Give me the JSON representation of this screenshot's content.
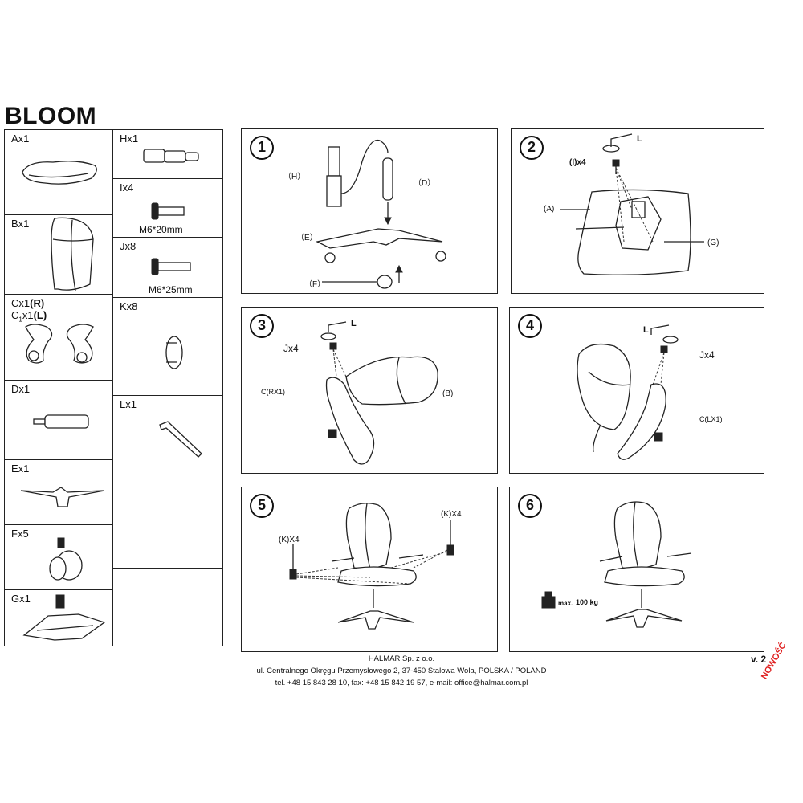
{
  "title": "BLOOM",
  "parts_left": [
    {
      "label": "Ax1"
    },
    {
      "label": "Bx1"
    },
    {
      "label": "Cx1",
      "label_bold": "(R)",
      "label2": "C",
      "label2_sub": "1",
      "label2_rest": "x1",
      "label2_bold": "(L)"
    },
    {
      "label": "Dx1"
    },
    {
      "label": "Ex1"
    },
    {
      "label": "Fx5"
    },
    {
      "label": "Gx1"
    }
  ],
  "parts_right": [
    {
      "label": "Hx1",
      "spec": ""
    },
    {
      "label": "Ix4",
      "spec": "M6*20mm"
    },
    {
      "label": "Jx8",
      "spec": "M6*25mm"
    },
    {
      "label": "Kx8",
      "spec": ""
    },
    {
      "label": "Lx1",
      "spec": ""
    }
  ],
  "steps": [
    {
      "num": "1",
      "labels": {
        "h": "（H）",
        "d": "（D）",
        "e": "（E）",
        "f": "（F）"
      }
    },
    {
      "num": "2",
      "labels": {
        "l": "L",
        "i": "(I)x4",
        "a": "(A)",
        "g": "(G)"
      }
    },
    {
      "num": "3",
      "labels": {
        "l": "L",
        "j": "Jx4",
        "c": "C(RX1)",
        "b": "(B)"
      }
    },
    {
      "num": "4",
      "labels": {
        "l": "L",
        "j": "Jx4",
        "c": "C(LX1)"
      }
    },
    {
      "num": "5",
      "labels": {
        "k1": "(K)X4",
        "k2": "(K)X4"
      }
    },
    {
      "num": "6",
      "labels": {
        "max": "max.",
        "weight": "100 kg"
      }
    }
  ],
  "version": "v. 2",
  "badge": "NOWOŚĆ",
  "badge_color": "#e02020",
  "footer": {
    "company": "HALMAR Sp. z o.o.",
    "address": "ul. Centralnego Okręgu Przemysłowego 2, 37-450 Stalowa Wola, POLSKA / POLAND",
    "contact": "tel. +48 15 843 28 10, fax: +48 15 842 19 57, e-mail: office@halmar.com.pl"
  }
}
